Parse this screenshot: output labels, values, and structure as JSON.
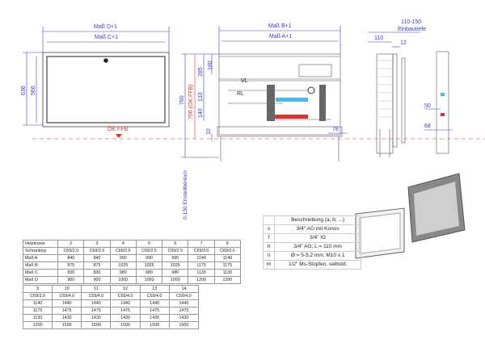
{
  "front_view": {
    "mass_d": "Maß D+1",
    "mass_c": "Maß C+1",
    "h636": "636",
    "h566": "566",
    "ok_ffb": "OK FFB"
  },
  "manifold_view": {
    "mass_b": "Maß B+1",
    "mass_a": "Maß A+1",
    "h760": "760",
    "h706": "706 (OK FFB)",
    "h285": "285",
    "h180": "180",
    "h133": "133",
    "h140": "140",
    "h10": "10",
    "w78": "78",
    "vl": "VL",
    "rl": "RL",
    "adjust": "0-130 Einstellbereich"
  },
  "side_view": {
    "depth": "110-150",
    "depth_label": "Einbautiefe",
    "w110": "110",
    "w12": "12",
    "d50": "50",
    "d68": "68"
  },
  "description_table": {
    "header": "Beschreibung (a; b; ...)",
    "rows": [
      [
        "s",
        "3/4\" AG mit Konus"
      ],
      [
        "f",
        "3/4\" IG"
      ],
      [
        "h",
        "3/4\" AG; L = 110 mm"
      ],
      [
        "n",
        "Ø = 5-5,2 mm; M10 x 1"
      ],
      [
        "m",
        "1/2\" Ms-Stopfen, selbstd."
      ]
    ]
  },
  "table1": {
    "rows": [
      [
        "Heizkreise",
        "2",
        "3",
        "4",
        "5",
        "6",
        "7",
        "8"
      ],
      [
        "Schranktyp",
        "C69/2.0",
        "C69/2.0",
        "C69/2.5",
        "C69/2.5",
        "C69/2.5",
        "C69/3.0",
        "C69/3.0"
      ],
      [
        "Maß A",
        "840",
        "840",
        "990",
        "990",
        "990",
        "1140",
        "1140"
      ],
      [
        "Maß B",
        "875",
        "875",
        "1025",
        "1025",
        "1025",
        "1175",
        "1175"
      ],
      [
        "Maß C",
        "830",
        "830",
        "980",
        "980",
        "980",
        "1130",
        "1130"
      ],
      [
        "Maß D",
        "900",
        "900",
        "1050",
        "1050",
        "1050",
        "1200",
        "1200"
      ]
    ]
  },
  "table2": {
    "rows": [
      [
        "9",
        "10",
        "11",
        "12",
        "13",
        "14"
      ],
      [
        "C69/3.0",
        "C69/4.0",
        "C69/4.0",
        "C69/4.0",
        "C69/4.0",
        "C69/4.0"
      ],
      [
        "1140",
        "1440",
        "1440",
        "1440",
        "1440",
        "1440"
      ],
      [
        "1175",
        "1475",
        "1475",
        "1475",
        "1475",
        "1475"
      ],
      [
        "1130",
        "1430",
        "1430",
        "1430",
        "1430",
        "1430"
      ],
      [
        "1200",
        "1500",
        "1500",
        "1500",
        "1500",
        "1500"
      ]
    ]
  }
}
